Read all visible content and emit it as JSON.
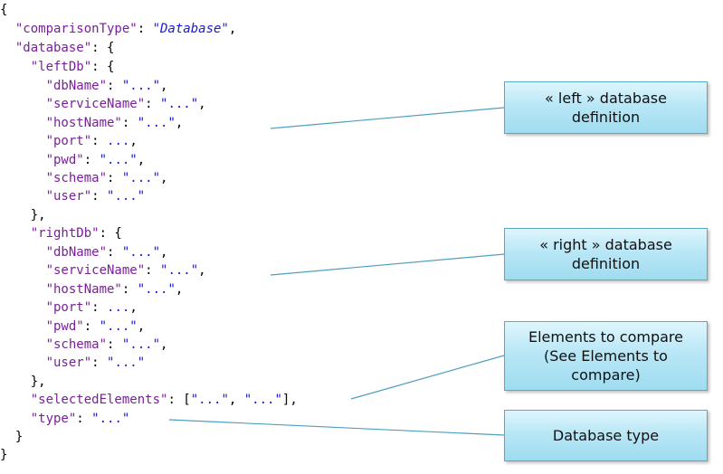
{
  "code": {
    "open_root": "{",
    "comparison_type_key": "\"comparisonType\"",
    "comparison_type_value": "\"Database\"",
    "database_key": "\"database\"",
    "left_db_key": "\"leftDb\"",
    "right_db_key": "\"rightDb\"",
    "fields": [
      {
        "key": "\"dbName\"",
        "value": "\"...\"",
        "end": ","
      },
      {
        "key": "\"serviceName\"",
        "value": "\"...\"",
        "end": ","
      },
      {
        "key": "\"hostName\"",
        "value": "\"...\"",
        "end": ","
      },
      {
        "key": "\"port\"",
        "value": "...",
        "end": ","
      },
      {
        "key": "\"pwd\"",
        "value": "\"...\"",
        "end": ","
      },
      {
        "key": "\"schema\"",
        "value": "\"...\"",
        "end": ","
      },
      {
        "key": "\"user\"",
        "value": "\"...\"",
        "end": ""
      }
    ],
    "close_left_db": "},",
    "selected_elements_key": "\"selectedElements\"",
    "selected_elements_values": [
      "\"...\"",
      "\"...\""
    ],
    "type_key": "\"type\"",
    "type_value": "\"...\"",
    "close_database": "}",
    "close_root": "}"
  },
  "callouts": {
    "left_db": {
      "line1": "« left » database",
      "line2": "definition"
    },
    "right_db": {
      "line1": "« right » database",
      "line2": "definition"
    },
    "elements": {
      "line1": "Elements to compare",
      "line2": "(See Elements to",
      "line3": "compare)"
    },
    "db_type": {
      "line1": "Database type"
    }
  },
  "colors": {
    "key": "#7a1f9a",
    "string": "#1a1ad0",
    "connector": "#4f9fbf",
    "callout_border": "#5aa8c8",
    "callout_fill": "#b9e7f6"
  }
}
